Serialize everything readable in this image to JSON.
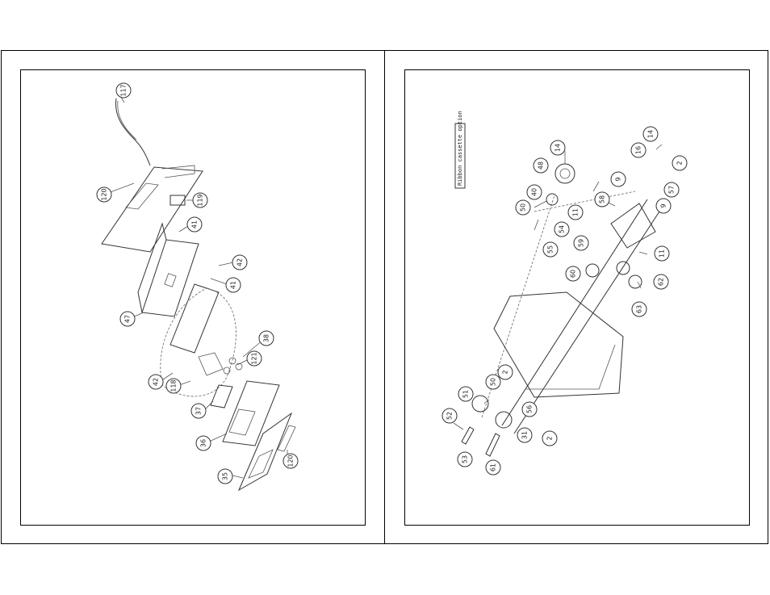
{
  "left_diagram": {
    "callouts": [
      "117",
      "120",
      "119",
      "41",
      "42",
      "41",
      "47",
      "38",
      "121",
      "42",
      "118",
      "37",
      "36",
      "120",
      "35"
    ]
  },
  "right_diagram": {
    "note": "Ribbon cassette option",
    "callouts": [
      "14",
      "14",
      "16",
      "2",
      "48",
      "9",
      "57",
      "40",
      "58",
      "9",
      "50",
      "11",
      "54",
      "59",
      "11",
      "55",
      "60",
      "62",
      "63",
      "2",
      "51",
      "50",
      "56",
      "52",
      "31",
      "2",
      "53",
      "61"
    ]
  }
}
